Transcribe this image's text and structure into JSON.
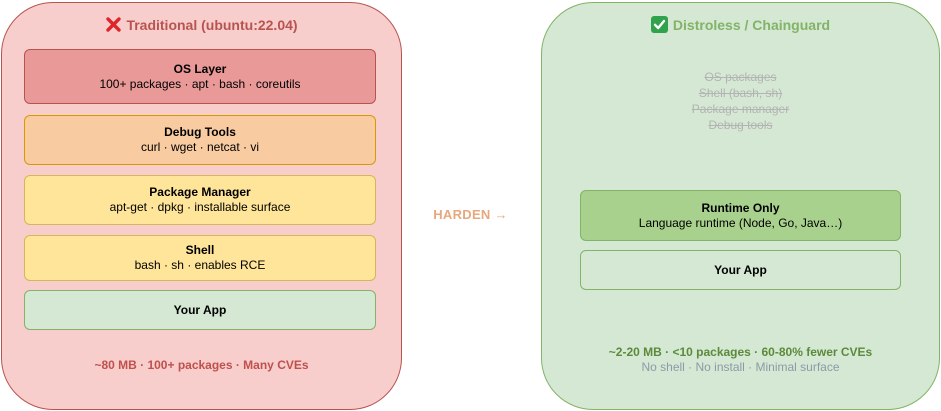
{
  "left_panel": {
    "title": "Traditional (ubuntu:22.04)",
    "title_icon": "cross-mark-icon",
    "layers": {
      "os": {
        "title": "OS Layer",
        "subtitle": "100+ packages · apt · bash · coreutils"
      },
      "debug": {
        "title": "Debug Tools",
        "subtitle": "curl · wget · netcat · vi"
      },
      "pkg": {
        "title": "Package Manager",
        "subtitle": "apt-get · dpkg · installable surface"
      },
      "shell": {
        "title": "Shell",
        "subtitle": "bash · sh · enables RCE"
      },
      "app": {
        "title": "Your App"
      }
    },
    "footer": "~80 MB · 100+ packages · Many CVEs"
  },
  "arrow": {
    "label": "HARDEN →"
  },
  "right_panel": {
    "title": "Distroless / Chainguard",
    "title_icon": "check-mark-icon",
    "removed": [
      "OS packages",
      "Shell (bash, sh)",
      "Package manager",
      "Debug tools"
    ],
    "layers": {
      "runtime": {
        "title": "Runtime Only",
        "subtitle": "Language runtime (Node, Go, Java…)"
      },
      "app": {
        "title": "Your App"
      }
    },
    "footer": {
      "main": "~2-20 MB · <10 packages · 60-80% fewer CVEs",
      "sub": "No shell · No install · Minimal surface"
    }
  },
  "colors": {
    "left_fill": "#f8cecc",
    "left_stroke": "#b85450",
    "right_fill": "#d5e8d4",
    "right_stroke": "#82b366",
    "arrow_label": "#e8a87c"
  }
}
